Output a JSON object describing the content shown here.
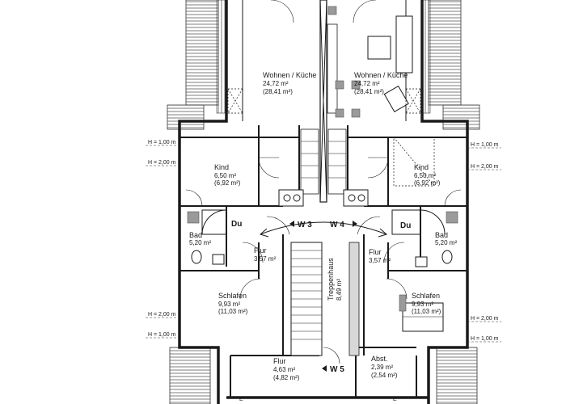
{
  "rooms": {
    "wohnen_left": {
      "name": "Wohnen / Küche",
      "area": "24,72 m²",
      "area2": "(28,41 m²)"
    },
    "wohnen_right": {
      "name": "Wohnen / Küche",
      "area": "24,72 m²",
      "area2": "(28,41 m²)"
    },
    "kind_left": {
      "name": "Kind",
      "area": "6,50 m²",
      "area2": "(6,92 m²)"
    },
    "kind_right": {
      "name": "Kind",
      "area": "6,50 m²",
      "area2": "(6,92 m²)"
    },
    "du_left": {
      "name": "Du"
    },
    "du_right": {
      "name": "Du"
    },
    "bad_left": {
      "name": "Bad",
      "area": "5,20 m²"
    },
    "bad_right": {
      "name": "Bad",
      "area": "5,20 m²"
    },
    "flur_left": {
      "name": "Flur",
      "area": "3,57 m²"
    },
    "flur_right": {
      "name": "Flur",
      "area": "3,57 m²"
    },
    "schlafen_left": {
      "name": "Schlafen",
      "area": "9,93 m²",
      "area2": "(11,03 m²)"
    },
    "schlafen_right": {
      "name": "Schlafen",
      "area": "9,93 m²",
      "area2": "(11,03 m²)"
    },
    "treppenhaus": {
      "name": "Treppenhaus",
      "area": "8,49 m²"
    },
    "flur_bottom": {
      "name": "Flur",
      "area": "4,63 m²",
      "area2": "(4,82 m²)"
    },
    "abst": {
      "name": "Abst.",
      "area": "2,39 m²",
      "area2": "(2,54 m²)"
    }
  },
  "units": {
    "w3": "W 3",
    "w4": "W 4",
    "w5": "W 5"
  },
  "heights": {
    "h100": "H = 1,00 m",
    "h200": "H = 2,00 m"
  },
  "section_mark": "E"
}
